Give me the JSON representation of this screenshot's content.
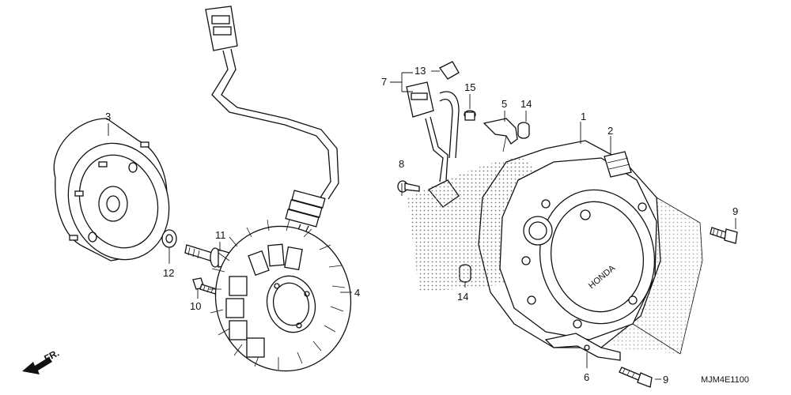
{
  "diagram_code": "MJM4E1100",
  "front_label": "FR.",
  "callouts": [
    "1",
    "2",
    "3",
    "4",
    "5",
    "6",
    "7",
    "8",
    "9",
    "9",
    "10",
    "11",
    "12",
    "13",
    "14",
    "14",
    "15"
  ],
  "brand_mark": "HONDA"
}
